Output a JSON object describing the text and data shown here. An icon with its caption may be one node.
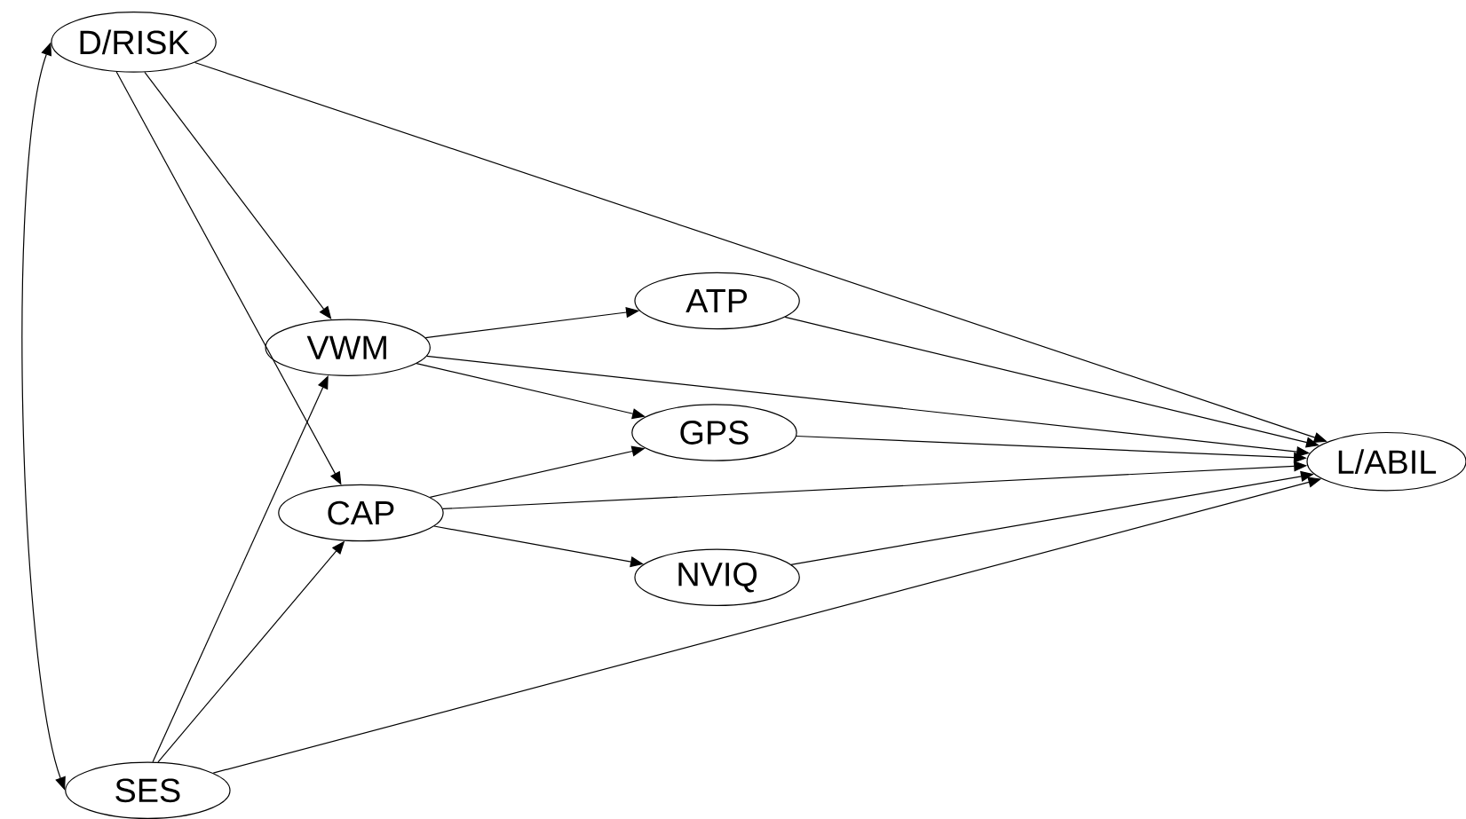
{
  "diagram": {
    "nodes": [
      {
        "text": [
          "D/RISK"
        ]
      },
      {
        "text": [
          "VWM"
        ]
      },
      {
        "text": [
          "ATP"
        ]
      },
      {
        "text": [
          "GPS"
        ]
      },
      {
        "text": [
          "CAP"
        ]
      },
      {
        "text": [
          "NVIQ"
        ]
      },
      {
        "text": [
          "L/ABIL"
        ]
      },
      {
        "text": [
          "SES"
        ]
      }
    ],
    "edges": [
      {
        "from": 0,
        "to": 7,
        "arrow": "both"
      },
      {
        "from": 0,
        "to": 1,
        "arrow": "to"
      },
      {
        "from": 0,
        "to": 4,
        "arrow": "to"
      },
      {
        "from": 0,
        "to": 6,
        "arrow": "to"
      },
      {
        "from": 1,
        "to": 2,
        "arrow": "to"
      },
      {
        "from": 1,
        "to": 3,
        "arrow": "to"
      },
      {
        "from": 1,
        "to": 6,
        "arrow": "to"
      },
      {
        "from": 2,
        "to": 6,
        "arrow": "to"
      },
      {
        "from": 3,
        "to": 6,
        "arrow": "to"
      },
      {
        "from": 4,
        "to": 3,
        "arrow": "to"
      },
      {
        "from": 4,
        "to": 5,
        "arrow": "to"
      },
      {
        "from": 4,
        "to": 6,
        "arrow": "to"
      },
      {
        "from": 5,
        "to": 6,
        "arrow": "to"
      },
      {
        "from": 7,
        "to": 1,
        "arrow": "to"
      },
      {
        "from": 7,
        "to": 4,
        "arrow": "to"
      },
      {
        "from": 7,
        "to": 6,
        "arrow": "to"
      }
    ]
  }
}
